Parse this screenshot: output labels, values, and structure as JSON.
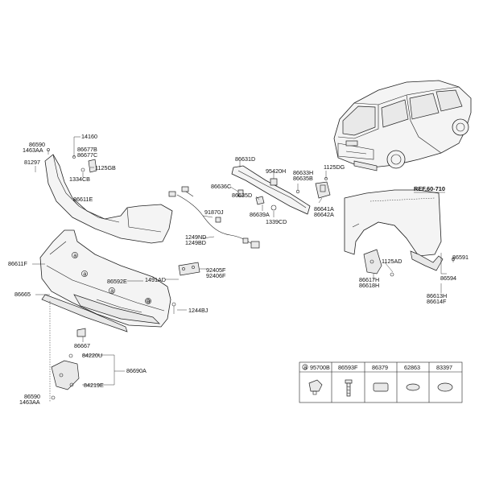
{
  "callouts": {
    "c86590_top": "86590",
    "c1463AA_top": "1463AA",
    "c14160": "14160",
    "c86677B": "86677B",
    "c86677C": "86677C",
    "c81297": "81297",
    "c1125GB": "1125GB",
    "c1334CB": "1334CB",
    "c86611E": "86611E",
    "c86611F": "86611F",
    "c86665": "86665",
    "c86592E": "86592E",
    "c1491AD": "1491AD",
    "c1244BJ": "1244BJ",
    "c86667": "86667",
    "c84220U": "84220U",
    "c86690A": "86690A",
    "c84219E": "84219E",
    "c86590_bot": "86590",
    "c1463AA_bot": "1463AA",
    "c86631D": "86631D",
    "c95420H": "95420H",
    "c86633H": "86633H",
    "c86635B": "86635B",
    "c1125DG": "1125DG",
    "c86636C": "86636C",
    "c86635D": "86635D",
    "c86639A": "86639A",
    "c1339CD": "1339CD",
    "c86641A": "86641A",
    "c86642A": "86642A",
    "c91870J": "91870J",
    "c1249ND": "1249ND",
    "c1249BD": "1249BD",
    "c92405F": "92405F",
    "c92406F": "92406F",
    "cREF": "REF.60-710",
    "c86591": "86591",
    "c1125AD": "1125AD",
    "c86617H": "86617H",
    "c86618H": "86618H",
    "c86594": "86594",
    "c86613H": "86613H",
    "c86614F": "86614F",
    "marker_a": "a"
  },
  "legend": {
    "marker": "a",
    "headers": [
      "95700B",
      "86593F",
      "86379",
      "62863",
      "83397"
    ]
  }
}
